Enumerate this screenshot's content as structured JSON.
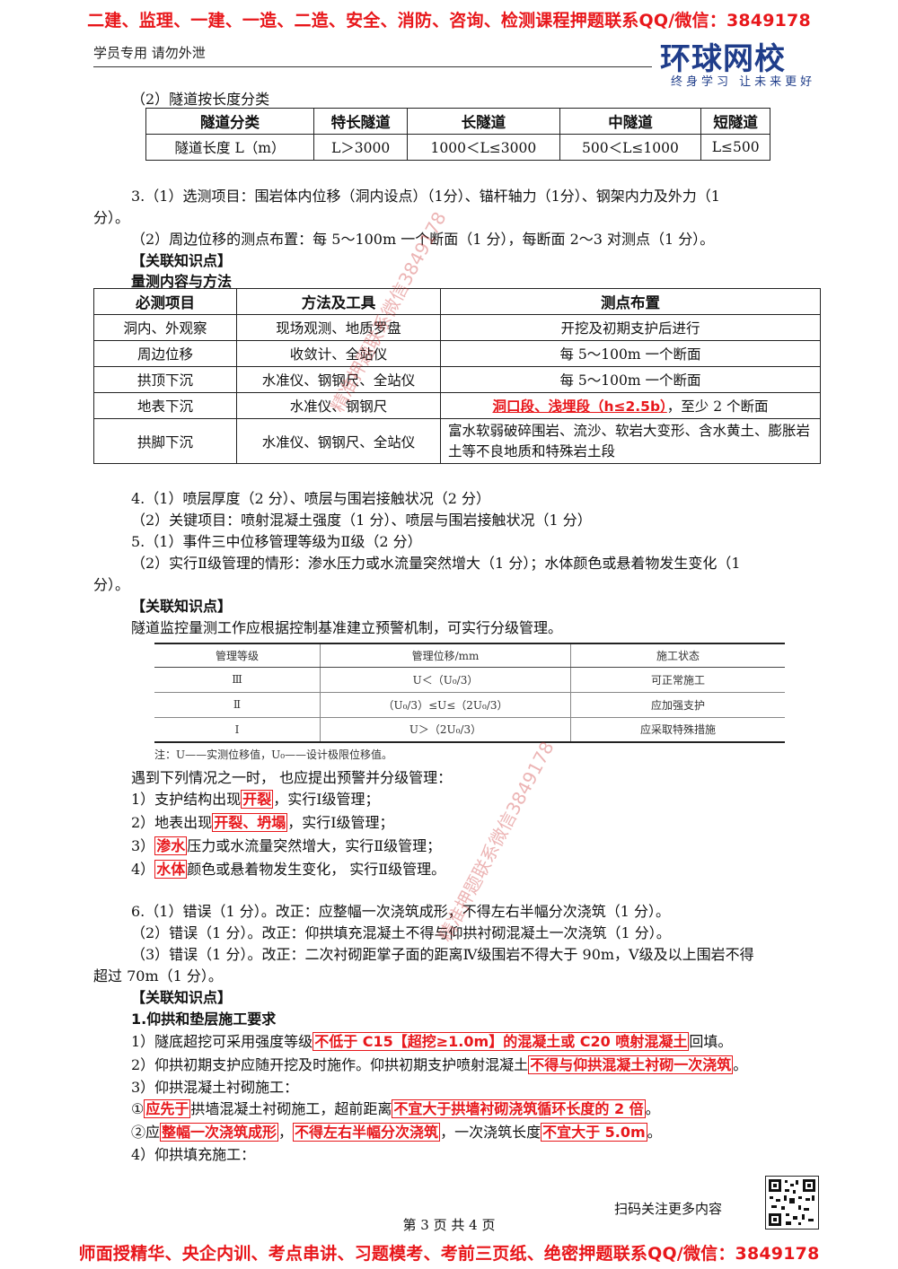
{
  "banner_top": "二建、监理、一建、一造、二造、安全、消防、咨询、检测课程押题联系QQ/微信：3849178",
  "header": {
    "left_text": "学员专用 请勿外泄",
    "logo": "环球网校",
    "logo_sub": "终身学习 让未来更好"
  },
  "section_length": {
    "title": "（2）隧道按长度分类",
    "headers": [
      "隧道分类",
      "特长隧道",
      "长隧道",
      "中隧道",
      "短隧道"
    ],
    "row": [
      "隧道长度 L（m）",
      "L＞3000",
      "1000＜L≤3000",
      "500＜L≤1000",
      "L≤500"
    ]
  },
  "answer3": {
    "l1": "3.（1）选测项目：围岩体内位移（洞内设点）（1分）、锚杆轴力（1分）、钢架内力及外力（1",
    "l2": "分）。",
    "l3": "（2）周边位移的测点布置：每 5～100m 一个断面（1 分），每断面 2～3 对测点（1 分）。",
    "kp": "【关联知识点】",
    "subtitle": "量测内容与方法"
  },
  "measure_table": {
    "headers": [
      "必测项目",
      "方法及工具",
      "测点布置"
    ],
    "rows": [
      [
        "洞内、外观察",
        "现场观测、地质罗盘",
        "开挖及初期支护后进行"
      ],
      [
        "周边位移",
        "收敛计、全站仪",
        "每 5～100m 一个断面"
      ],
      [
        "拱顶下沉",
        "水准仪、钢钢尺、全站仪",
        "每 5～100m 一个断面"
      ],
      [
        "地表下沉",
        "水准仪、钢钢尺",
        ""
      ],
      [
        "拱脚下沉",
        "水准仪、钢钢尺、全站仪",
        "富水软弱破碎围岩、流沙、软岩大变形、含水黄土、膨胀岩土等不良地质和特殊岩土段"
      ]
    ],
    "surface_red": "洞口段、浅埋段（h≤2.5b）",
    "surface_rest": "，至少 2 个断面"
  },
  "answer4": {
    "l1": "4.（1）喷层厚度（2 分）、喷层与围岩接触状况（2 分）",
    "l2": "（2）关键项目：喷射混凝土强度（1 分）、喷层与围岩接触状况（1 分）"
  },
  "answer5": {
    "l1": "5.（1）事件三中位移管理等级为Ⅱ级（2 分）",
    "l2": "（2）实行Ⅱ级管理的情形：渗水压力或水流量突然增大（1 分）；水体颜色或悬着物发生变化（1",
    "l3": "分）。",
    "kp": "【关联知识点】",
    "intro": "隧道监控量测工作应根据控制基准建立预警机制，可实行分级管理。"
  },
  "grade_table": {
    "headers": [
      "管理等级",
      "管理位移/mm",
      "施工状态"
    ],
    "rows": [
      [
        "Ⅲ",
        "U＜（U₀/3）",
        "可正常施工"
      ],
      [
        "Ⅱ",
        "（U₀/3）≤U≤（2U₀/3）",
        "应加强支护"
      ],
      [
        "Ⅰ",
        "U＞（2U₀/3）",
        "应采取特殊措施"
      ]
    ],
    "note": "注：U——实测位移值，U₀——设计极限位移值。"
  },
  "warning": {
    "intro": "遇到下列情况之一时， 也应提出预警并分级管理：",
    "items": [
      {
        "pre": "1）支护结构出现",
        "hl": "开裂",
        "post": "，实行Ⅰ级管理；"
      },
      {
        "pre": "2）地表出现",
        "hl": "开裂、坍塌",
        "post": "，实行Ⅰ级管理；"
      },
      {
        "pre": "3）",
        "hl": "渗水",
        "post": "压力或水流量突然增大，实行Ⅱ级管理；"
      },
      {
        "pre": "4）",
        "hl": "水体",
        "post": "颜色或悬着物发生变化， 实行Ⅱ级管理。"
      }
    ]
  },
  "answer6": {
    "l1": "6.（1）错误（1 分）。改正：应整幅一次浇筑成形，不得左右半幅分次浇筑（1 分）。",
    "l2": "（2）错误（1 分）。改正：仰拱填充混凝土不得与仰拱衬砌混凝土一次浇筑（1 分）。",
    "l3": "（3）错误（1 分）。改正：二次衬砌距掌子面的距离Ⅳ级围岩不得大于 90m，Ⅴ级及以上围岩不得",
    "l4": "超过 70m（1 分）。",
    "kp": "【关联知识点】",
    "subtitle": "1.仰拱和垫层施工要求"
  },
  "invert": {
    "i1_pre": "1）隧底超挖可采用强度等级",
    "i1_hl": "不低于 C15【超挖≥1.0m】的混凝土或 C20 喷射混凝土",
    "i1_post": "回填。",
    "i2_pre": "2）仰拱初期支护应随开挖及时施作。仰拱初期支护喷射混凝土",
    "i2_hl": "不得与仰拱混凝土衬砌一次浇筑",
    "i2_post": "。",
    "i3": "3）仰拱混凝土衬砌施工：",
    "i3a_pre": "①",
    "i3a_hl1": "应先于",
    "i3a_mid": "拱墙混凝土衬砌施工，超前距离",
    "i3a_hl2": "不宜大于拱墙衬砌浇筑循环长度的 2 倍",
    "i3a_post": "。",
    "i3b_pre": "②应",
    "i3b_hl1": "整幅一次浇筑成形",
    "i3b_mid1": "，",
    "i3b_hl2": "不得左右半幅分次浇筑",
    "i3b_mid2": "，一次浇筑长度",
    "i3b_hl3": "不宜大于 5.0m",
    "i3b_post": "。",
    "i4": "4）仰拱填充施工："
  },
  "footer": {
    "scan": "扫码关注更多内容",
    "page": "第 3 页 共 4 页",
    "banner_bottom": "师面授精华、央企内训、考点串讲、习题模考、考前三页纸、绝密押题联系QQ/微信：3849178"
  },
  "watermark": "精准押题联系微信3849178"
}
